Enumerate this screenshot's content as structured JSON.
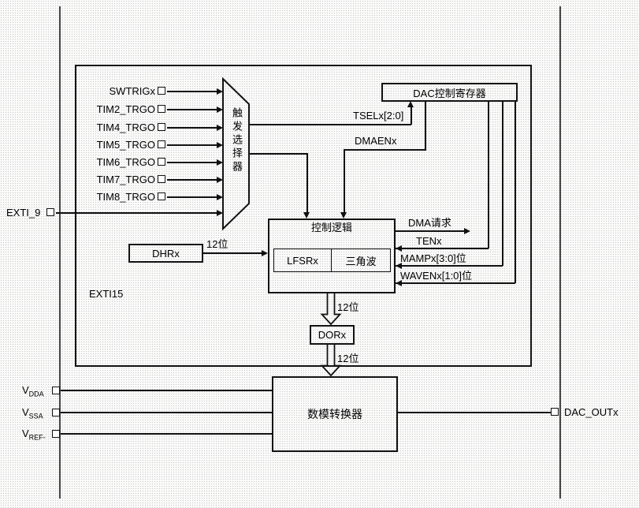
{
  "diagram": {
    "triggers": [
      "SWTRIGx",
      "TIM2_TRGO",
      "TIM4_TRGO",
      "TIM5_TRGO",
      "TIM6_TRGO",
      "TIM7_TRGO",
      "TIM8_TRGO"
    ],
    "exti9": "EXTI_9",
    "exti15": "EXTI15",
    "mux": "触发选择器",
    "register": "DAC控制寄存器",
    "tsel": "TSELx[2:0]",
    "dmaen": "DMAENx",
    "dma_request": "DMA请求",
    "ten": "TENx",
    "mamp": "MAMPx[3:0]位",
    "waven": "WAVENx[1:0]位",
    "control_logic": "控制逻辑",
    "lfsr": "LFSRx",
    "triangle_wave": "三角波",
    "dhr": "DHRx",
    "dor": "DORx",
    "bus_width": "12位",
    "converter": "数模转换器",
    "dac_out": "DAC_OUTx",
    "power": [
      {
        "base": "V",
        "sub": "DDA"
      },
      {
        "base": "V",
        "sub": "SSA"
      },
      {
        "base": "V",
        "sub": "REF-"
      }
    ]
  }
}
